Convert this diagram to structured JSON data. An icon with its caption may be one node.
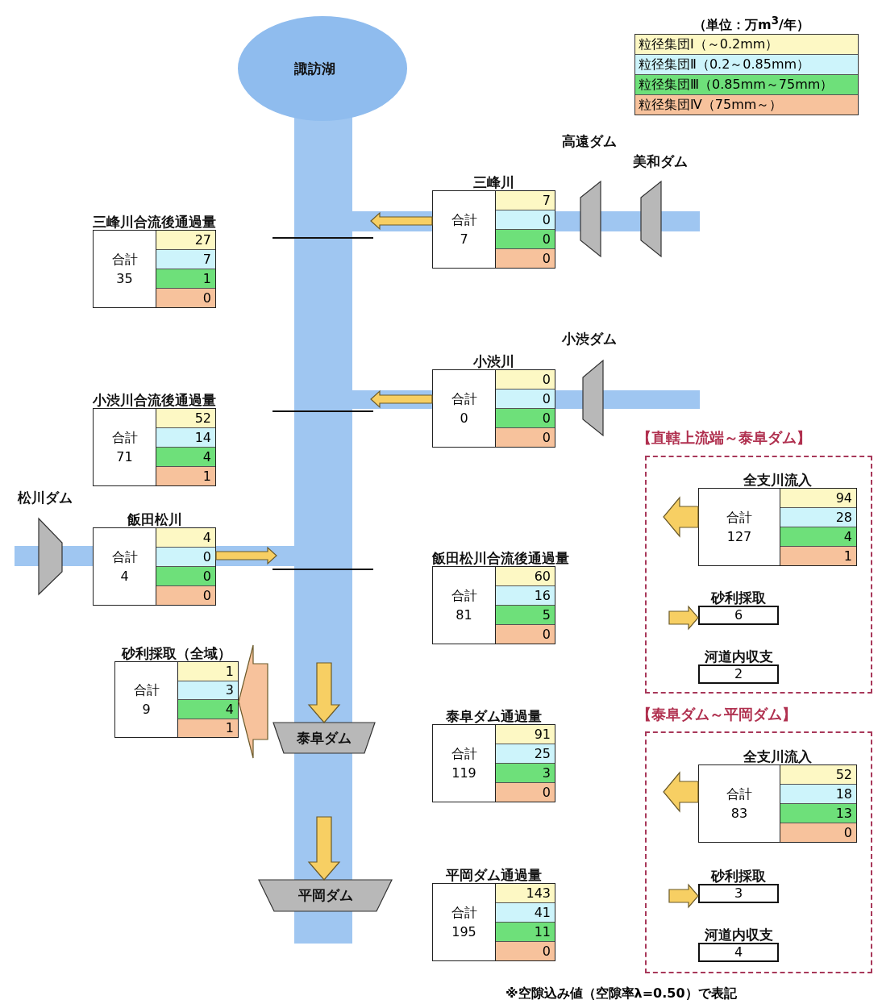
{
  "diagram": {
    "nodes": [
      {
        "text": [
          "諏訪湖"
        ]
      },
      {
        "text": [
          "高遠ダム"
        ]
      },
      {
        "text": [
          "美和ダム"
        ]
      },
      {
        "text": [
          "三峰川",
          "合計",
          "7",
          "7",
          "0",
          "0",
          "0"
        ]
      },
      {
        "text": [
          "三峰川合流後通過量",
          "合計",
          "35",
          "27",
          "7",
          "1",
          "0"
        ]
      },
      {
        "text": [
          "小渋ダム"
        ]
      },
      {
        "text": [
          "小渋川",
          "合計",
          "0",
          "0",
          "0",
          "0",
          "0"
        ]
      },
      {
        "text": [
          "小渋川合流後通過量",
          "合計",
          "71",
          "52",
          "14",
          "4",
          "1"
        ]
      },
      {
        "text": [
          "松川ダム"
        ]
      },
      {
        "text": [
          "飯田松川",
          "合計",
          "4",
          "4",
          "0",
          "0",
          "0"
        ]
      },
      {
        "text": [
          "飯田松川合流後通過量",
          "合計",
          "81",
          "60",
          "16",
          "5",
          "0"
        ]
      },
      {
        "text": [
          "砂利採取（全域）",
          "合計",
          "9",
          "1",
          "3",
          "4",
          "1"
        ]
      },
      {
        "text": [
          "泰阜ダム"
        ]
      },
      {
        "text": [
          "泰阜ダム通過量",
          "合計",
          "119",
          "91",
          "25",
          "3",
          "0"
        ]
      },
      {
        "text": [
          "平岡ダム"
        ]
      },
      {
        "text": [
          "平岡ダム通過量",
          "合計",
          "195",
          "143",
          "41",
          "11",
          "0"
        ]
      },
      {
        "text": [
          "【直轄上流端～泰阜ダム】"
        ]
      },
      {
        "text": [
          "全支川流入",
          "合計",
          "127",
          "94",
          "28",
          "4",
          "1"
        ],
        "in": 16
      },
      {
        "text": [
          "砂利採取",
          "6"
        ],
        "in": 16
      },
      {
        "text": [
          "河道内収支",
          "2"
        ],
        "in": 16
      },
      {
        "text": [
          "【泰阜ダム～平岡ダム】"
        ]
      },
      {
        "text": [
          "全支川流入",
          "合計",
          "83",
          "52",
          "18",
          "13",
          "0"
        ],
        "in": 20
      },
      {
        "text": [
          "砂利採取",
          "3"
        ],
        "in": 20
      },
      {
        "text": [
          "河道内収支",
          "4"
        ],
        "in": 20
      }
    ],
    "edges": [
      {
        "from": 3,
        "to": null,
        "arrow": "to"
      },
      {
        "from": 6,
        "to": null,
        "arrow": "to"
      },
      {
        "from": 9,
        "to": null,
        "arrow": "to"
      },
      {
        "from": null,
        "to": 12,
        "arrow": "to"
      },
      {
        "from": null,
        "to": 14,
        "arrow": "to"
      },
      {
        "from": null,
        "to": 11,
        "arrow": "to",
        "color": "#f7c29c"
      },
      {
        "from": 17,
        "to": null,
        "arrow": "to"
      },
      {
        "from": null,
        "to": 18,
        "arrow": "to"
      },
      {
        "from": 21,
        "to": null,
        "arrow": "to"
      },
      {
        "from": null,
        "to": 22,
        "arrow": "to"
      }
    ],
    "labels": [
      "（単位：万m$^{3}$/年）",
      "※空隙込み値（空隙率λ=0.50）で表記"
    ],
    "legend": [
      {
        "text": "粒径集団Ⅰ（～0.2mm）",
        "color": "#fdf8c4"
      },
      {
        "text": "粒径集団Ⅱ（0.2～0.85mm）",
        "color": "#cdf4fb"
      },
      {
        "text": "粒径集団Ⅲ（0.85mm～75mm）",
        "color": "#6ee07a"
      },
      {
        "text": "粒径集団Ⅳ（75mm～）",
        "color": "#f7c29c"
      }
    ]
  }
}
